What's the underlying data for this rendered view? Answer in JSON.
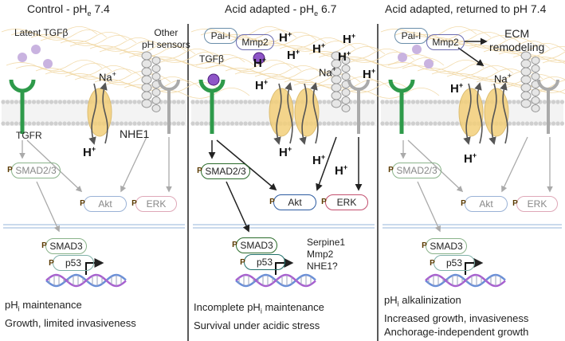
{
  "panels": [
    {
      "title_prefix": "Control - pH",
      "title_sub": "e",
      "title_suffix": " 7.4",
      "latent": "Latent TGFβ",
      "other_sensors": "Other\npH sensors",
      "tgfr": "TGFR",
      "nhe1": "NHE1",
      "smad23": "SMAD2/3",
      "akt": "Akt",
      "erk": "ERK",
      "smad3": "SMAD3",
      "p53": "p53",
      "p": "P",
      "summary1_pre": "pH",
      "summary1_sub": "i",
      "summary1_post": " maintenance",
      "summary2": "Growth, limited invasiveness"
    },
    {
      "title_prefix": "Acid adapted - pH",
      "title_sub": "e",
      "title_suffix": " 6.7",
      "pai": "Pai-I",
      "mmp2": "Mmp2",
      "tgfb": "TGFβ",
      "smad23": "SMAD2/3",
      "akt": "Akt",
      "erk": "ERK",
      "smad3": "SMAD3",
      "p53": "p53",
      "p": "P",
      "genes": [
        "Serpine1",
        "Mmp2",
        "NHE1?"
      ],
      "summary1_pre": "Incomplete pH",
      "summary1_sub": "i",
      "summary1_post": " maintenance",
      "summary2": "Survival under acidic stress"
    },
    {
      "title": "Acid adapted, returned to pH 7.4",
      "pai": "Pai-I",
      "mmp2": "Mmp2",
      "ecm": "ECM\nremodeling",
      "smad23": "SMAD2/3",
      "akt": "Akt",
      "erk": "ERK",
      "smad3": "SMAD3",
      "p53": "p53",
      "p": "P",
      "summary1_pre": "pH",
      "summary1_sub": "i",
      "summary1_post": " alkalinization",
      "summary2": "Increased growth, invasiveness",
      "summary3": "Anchorage-independent growth"
    }
  ],
  "ions": {
    "h": "H",
    "plus": "+",
    "na": "Na"
  },
  "colors": {
    "tgfr": "#2e9a4a",
    "nhe1": "#f3cf7a",
    "membrane": "#cfcfcf",
    "akt": "#dce8f8",
    "erk": "#fbe3ea",
    "smad": "#e3f2e2",
    "pcircle": "#e0a63c",
    "pai": "#d9ecf6",
    "mmp2": "#dcdcf3",
    "latent": "#c9b3e0",
    "tgfb_active": "#8e55c7"
  }
}
